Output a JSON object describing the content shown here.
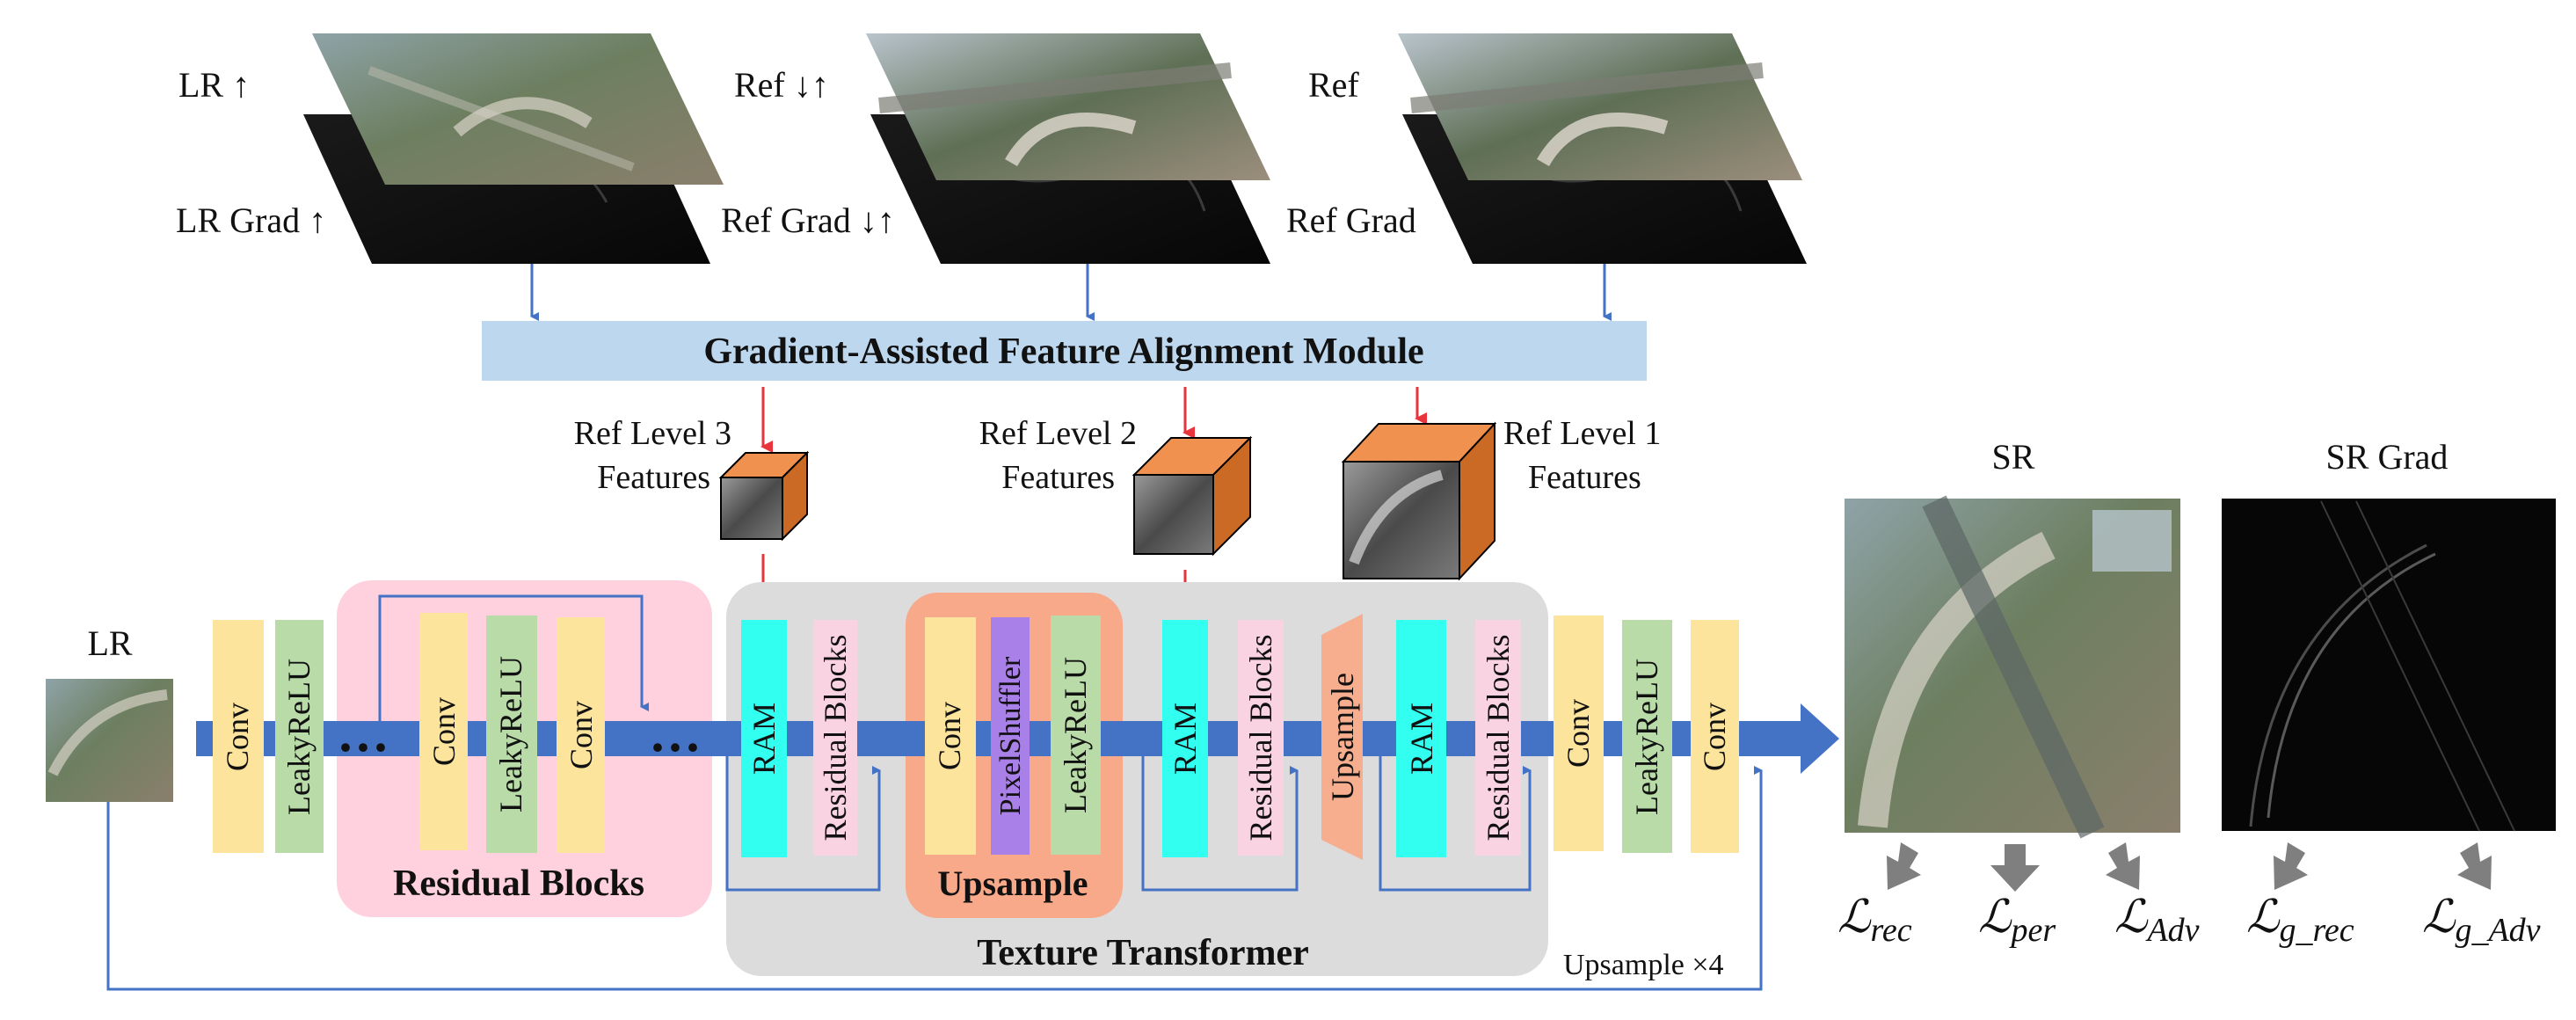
{
  "top_images": [
    {
      "front": "LR ↑",
      "back": "LR Grad ↑"
    },
    {
      "front": "Ref ↓↑",
      "back": "Ref Grad ↓↑"
    },
    {
      "front": "Ref",
      "back": "Ref Grad"
    }
  ],
  "gfam_label": "Gradient-Assisted Feature Alignment Module",
  "ref_levels": [
    {
      "line1": "Ref Level 3",
      "line2": "Features"
    },
    {
      "line1": "Ref Level 2",
      "line2": "Features"
    },
    {
      "line1": "Ref Level 1",
      "line2": "Features"
    }
  ],
  "lr_label": "LR",
  "blocks": {
    "conv": "Conv",
    "leaky": "LeakyReLU",
    "ram": "RAM",
    "res_blocks": "Residual Blocks",
    "pixelshuffler": "PixelShuffler",
    "upsample": "Upsample"
  },
  "group_labels": {
    "residual_blocks": "Residual Blocks",
    "upsample": "Upsample",
    "texture_transformer": "Texture Transformer"
  },
  "ellipsis": "···",
  "upsample_x4": "Upsample ×4",
  "sr_label": "SR",
  "sr_grad_label": "SR Grad",
  "losses": [
    {
      "sym": "ℒ",
      "sub": "rec"
    },
    {
      "sym": "ℒ",
      "sub": "per"
    },
    {
      "sym": "ℒ",
      "sub": "Adv"
    },
    {
      "sym": "ℒ",
      "sub": "g_rec"
    },
    {
      "sym": "ℒ",
      "sub": "g_Adv"
    }
  ],
  "colors": {
    "conv": "#FCE49C",
    "leaky": "#B8DBA8",
    "ram": "#33FFF0",
    "res_blocks": "#FAD3E2",
    "pixelshuffler": "#A97FE8",
    "upsample": "#F6AE8E",
    "main_arrow": "#4472C4",
    "red_arrow": "#E8343A",
    "group_pink": "#FFD1DF",
    "group_gray": "#DCDCDC",
    "group_orange": "#F8A98A",
    "gfam_bar": "#BDD7EE",
    "cube_top": "#F0914F",
    "cube_side": "#CB6A24"
  }
}
